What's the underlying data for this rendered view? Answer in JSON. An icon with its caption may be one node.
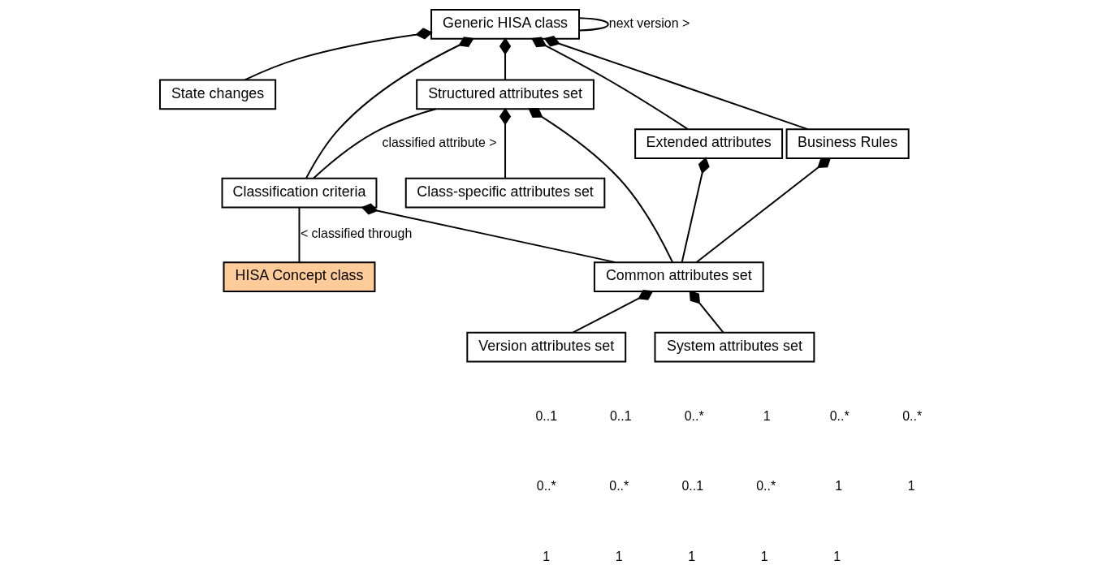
{
  "diagram": {
    "nodes": [
      {
        "text": [
          "Generic HISA class"
        ]
      },
      {
        "text": [
          "State changes"
        ]
      },
      {
        "text": [
          "Classification criteria"
        ]
      },
      {
        "text": [
          "Structured attributes set"
        ]
      },
      {
        "text": [
          "Extended attributes"
        ]
      },
      {
        "text": [
          "Business Rules"
        ]
      },
      {
        "text": [
          "Class-specific attributes set"
        ]
      },
      {
        "text": [
          "Common attributes set"
        ]
      },
      {
        "text": [
          "Version attributes set"
        ]
      },
      {
        "text": [
          "System attributes set"
        ]
      },
      {
        "text": [
          "HISA Concept class"
        ]
      }
    ],
    "edges": [
      {
        "from": 0,
        "to": 0,
        "arrow": "none",
        "label": "next version >"
      },
      {
        "from": 2,
        "to": 0,
        "arrow": "other"
      },
      {
        "from": 1,
        "to": 0,
        "arrow": "other"
      },
      {
        "from": 3,
        "to": 0,
        "arrow": "other"
      },
      {
        "from": 4,
        "to": 0,
        "arrow": "other"
      },
      {
        "from": 5,
        "to": 0,
        "arrow": "other"
      },
      {
        "from": 2,
        "to": 3,
        "arrow": "none",
        "label": "classified attribute >"
      },
      {
        "from": 10,
        "to": 2,
        "arrow": "none",
        "label": "< classified through"
      },
      {
        "from": 6,
        "to": 3,
        "arrow": "other"
      },
      {
        "from": 7,
        "to": 3,
        "arrow": "other"
      },
      {
        "from": 7,
        "to": 4,
        "arrow": "other"
      },
      {
        "from": 7,
        "to": 5,
        "arrow": "other"
      },
      {
        "from": 7,
        "to": 2,
        "arrow": "other"
      },
      {
        "from": 8,
        "to": 7,
        "arrow": "other"
      },
      {
        "from": 9,
        "to": 7,
        "arrow": "other"
      }
    ],
    "labels": [
      "0..1",
      "0..1",
      "0..*",
      "1",
      "0..*",
      "0..*",
      "0..*",
      "0..*",
      "0..1",
      "0..*",
      "1",
      "1",
      "1",
      "1",
      "1",
      "1",
      "1"
    ]
  }
}
